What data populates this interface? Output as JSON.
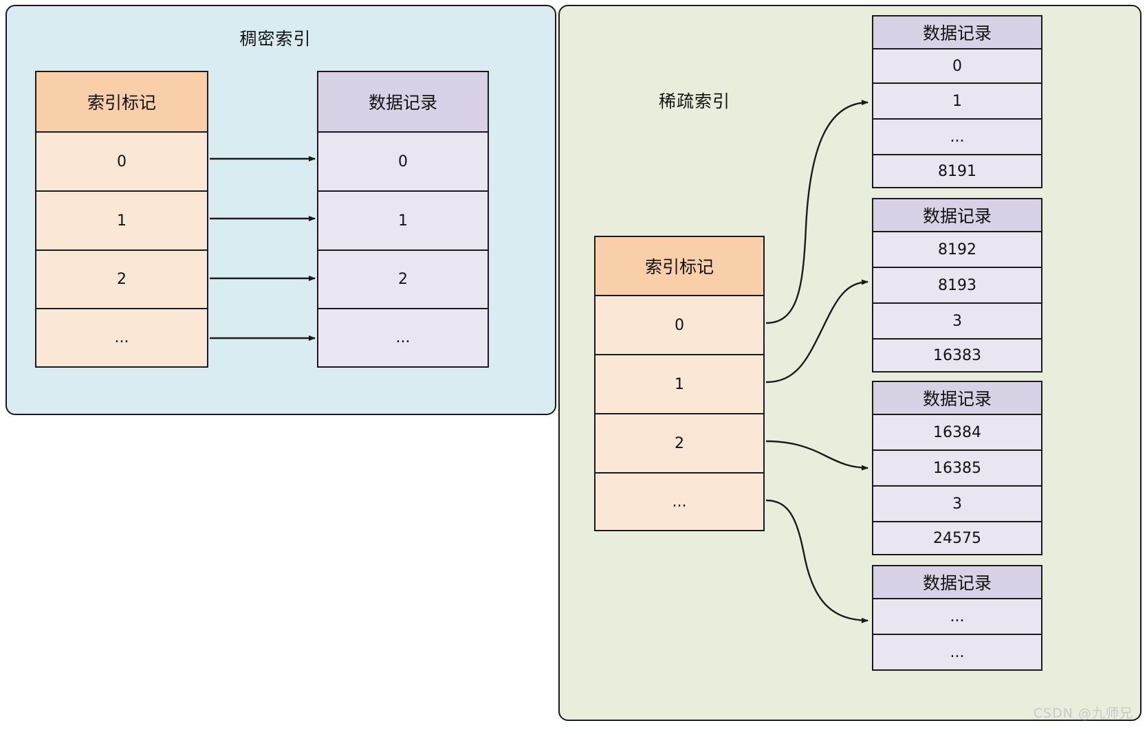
{
  "diagram": {
    "title_dense": "稠密索引",
    "title_sparse": "稀疏索引",
    "watermark": "CSDN @九师兄",
    "colors": {
      "dense_panel_bg": "#d9ecf2",
      "sparse_panel_bg": "#e8eedb",
      "index_header_bg": "#f8cfa8",
      "index_row_bg": "#fbe7d6",
      "data_header_bg": "#d9d2e6",
      "data_row_bg": "#eae6f1",
      "stroke": "#1a1a1a",
      "watermark": "#c9c9c9"
    }
  },
  "dense": {
    "index_table": {
      "header": "索引标记",
      "rows": [
        "0",
        "1",
        "2",
        "..."
      ]
    },
    "data_table": {
      "header": "数据记录",
      "rows": [
        "0",
        "1",
        "2",
        "..."
      ]
    },
    "arrow_count": 4
  },
  "sparse": {
    "index_table": {
      "header": "索引标记",
      "rows": [
        "0",
        "1",
        "2",
        "..."
      ]
    },
    "data_tables": [
      {
        "header": "数据记录",
        "rows": [
          "0",
          "1",
          "...",
          "8191"
        ]
      },
      {
        "header": "数据记录",
        "rows": [
          "8192",
          "8193",
          "3",
          "16383"
        ]
      },
      {
        "header": "数据记录",
        "rows": [
          "16384",
          "16385",
          "3",
          "24575"
        ]
      },
      {
        "header": "数据记录",
        "rows": [
          "...",
          "..."
        ]
      }
    ],
    "arrow_count": 4
  }
}
